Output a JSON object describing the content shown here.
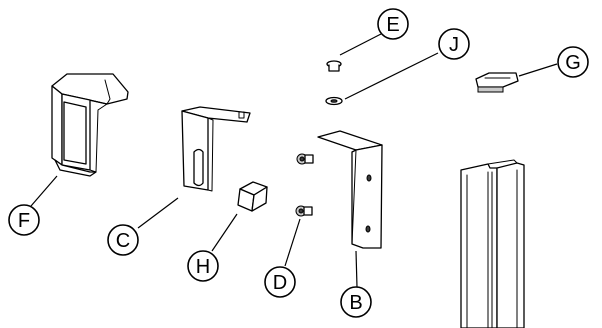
{
  "callouts": {
    "B": "B",
    "C": "C",
    "D": "D",
    "E": "E",
    "F": "F",
    "G": "G",
    "H": "H",
    "J": "J"
  }
}
